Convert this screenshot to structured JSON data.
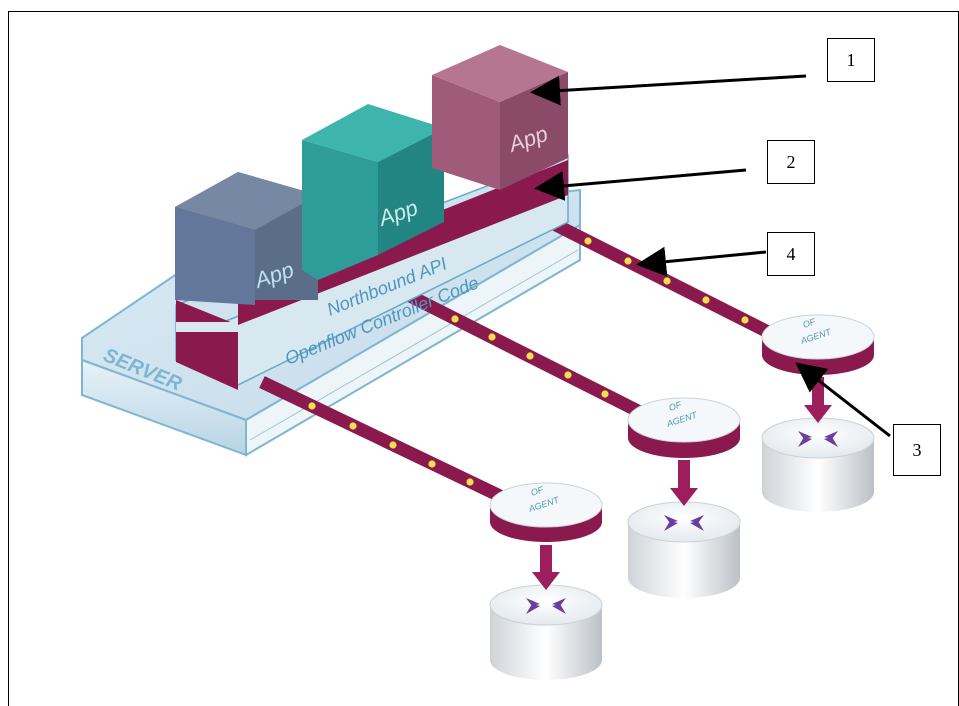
{
  "server_label": "SERVER",
  "controller_label": "Openflow Controller Code",
  "api_label": "Northbound API",
  "apps": [
    {
      "label": "App",
      "color": "#5a6e8a"
    },
    {
      "label": "App",
      "color": "#2e9c98"
    },
    {
      "label": "App",
      "color": "#a05a7a"
    }
  ],
  "agents": [
    {
      "label_line1": "OF",
      "label_line2": "AGENT"
    },
    {
      "label_line1": "OF",
      "label_line2": "AGENT"
    },
    {
      "label_line1": "OF",
      "label_line2": "AGENT"
    }
  ],
  "callouts": [
    "1",
    "2",
    "3",
    "4"
  ],
  "colors": {
    "link": "#8a1a4e",
    "link_dot": "#f2e04a",
    "platform": "#cfe3ee",
    "platform_edge": "#7fb6d2",
    "arrow": "#9c1e5c",
    "router_arrows": "#6a3ea0"
  }
}
